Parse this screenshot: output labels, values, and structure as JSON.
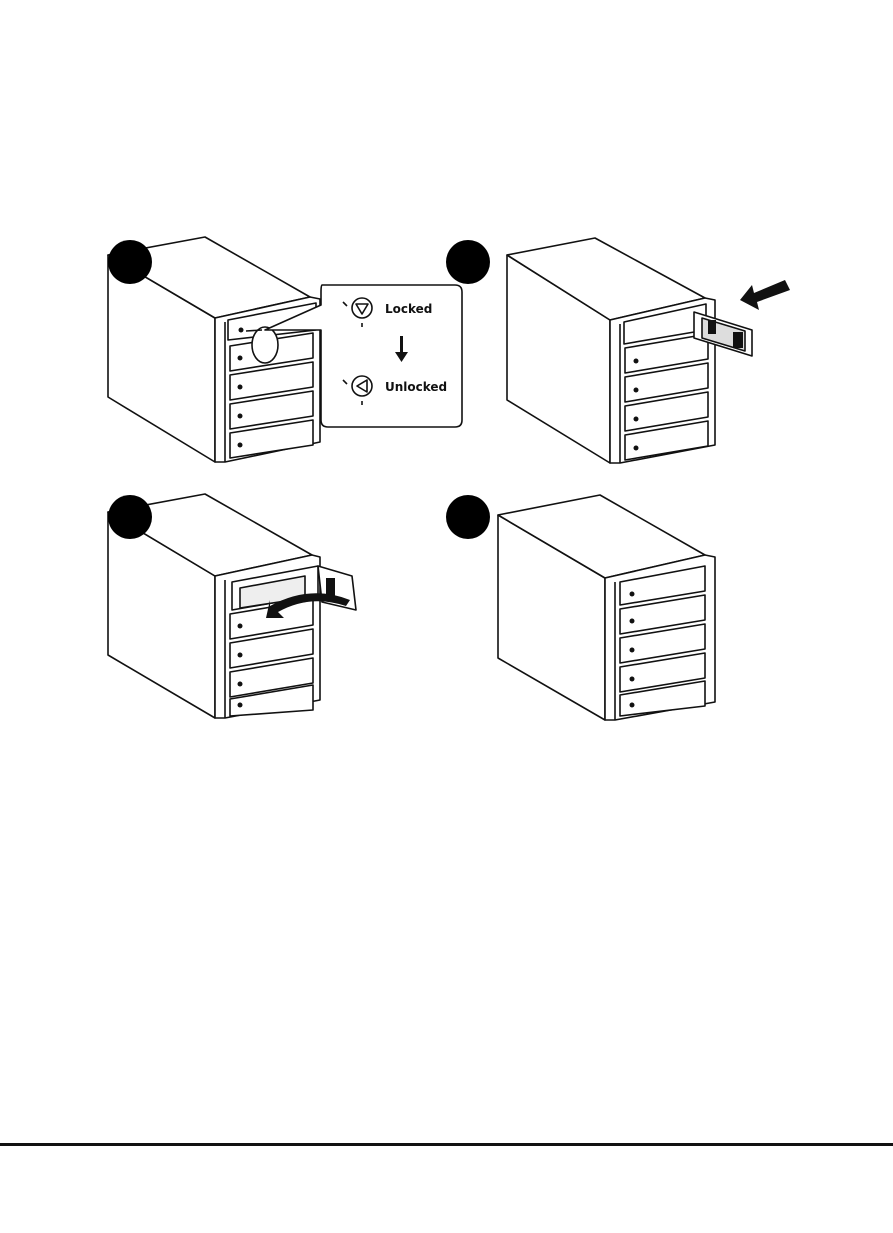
{
  "figure": {
    "steps": [
      {
        "lock_callout": {
          "locked_label": "Locked",
          "unlocked_label": "Unlocked"
        }
      },
      {},
      {},
      {}
    ]
  },
  "colors": {
    "ink": "#111111",
    "panel": "#ffffff",
    "marker": "#000000"
  },
  "icons": [
    "lock-icon-locked",
    "lock-icon-unlocked",
    "down-arrow-icon",
    "insert-arrow-icon",
    "curved-arrow-icon"
  ]
}
